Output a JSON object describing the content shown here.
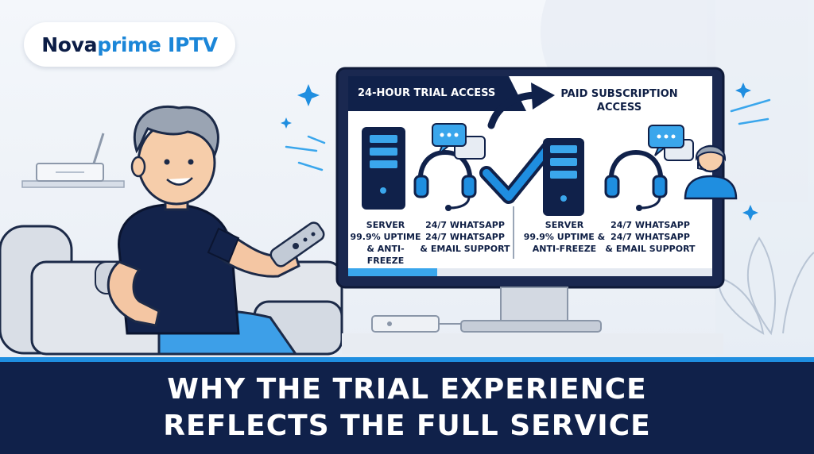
{
  "brand": {
    "part1": "Nova",
    "part2": "prime IPTV"
  },
  "screen": {
    "trial_tab": "24-HOUR TRIAL ACCESS",
    "paid_line1": "PAID SUBSCRIPTION",
    "paid_line2": "ACCESS",
    "left": {
      "server": {
        "line1": "SERVER",
        "line2": "99.9% UPTIME",
        "line3": "& ANTI-FREEZE"
      },
      "support": {
        "line1": "24/7 WHATSAPP",
        "line2": "24/7 WHATSAPP",
        "line3": "& EMAIL SUPPORT"
      }
    },
    "right": {
      "server": {
        "line1": "SERVER",
        "line2": "99.9% UPTIME &",
        "line3": "ANTI-FREEZE"
      },
      "support": {
        "line1": "24/7 WHATSAPP",
        "line2": "24/7 WHATSAPP",
        "line3": "& EMAIL SUPPORT"
      }
    }
  },
  "headline": {
    "line1": "WHY THE TRIAL EXPERIENCE",
    "line2": "REFLECTS THE FULL SERVICE"
  },
  "colors": {
    "navy": "#10214a",
    "blue": "#1f8ee0",
    "light_blue": "#3aa6ec",
    "background": "#eef2f7"
  }
}
